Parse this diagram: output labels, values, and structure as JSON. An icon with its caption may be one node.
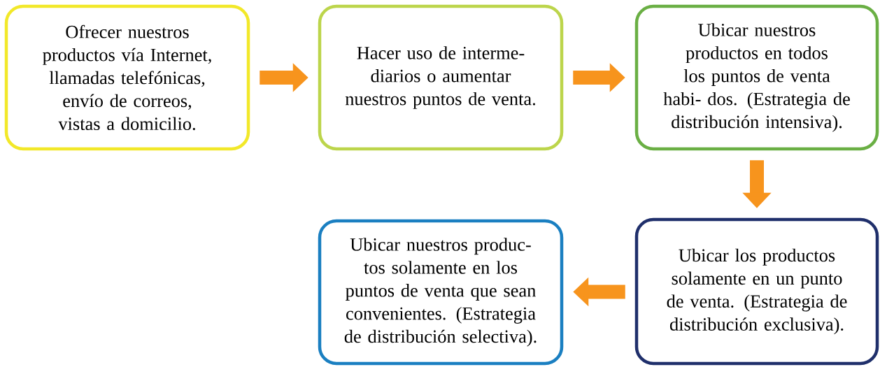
{
  "diagram": {
    "nodes": [
      {
        "text": [
          "Ofrecer nuestros productos vía Internet, llamadas telefónicas, envío de correos, vistas a domicilio."
        ]
      },
      {
        "text": [
          "Hacer uso de interme- diarios o aumentar nuestros puntos de venta."
        ]
      },
      {
        "text": [
          "Ubicar nuestros productos en todos los puntos de venta habi- dos. (Estrategia de distribución intensiva)."
        ]
      },
      {
        "text": [
          "Ubicar los productos solamente en un punto de venta. (Estrategia de distribución exclusiva)."
        ]
      },
      {
        "text": [
          "Ubicar nuestros produc- tos solamente en los puntos de venta que sean convenientes. (Estrategia de distribución selectiva)."
        ]
      }
    ],
    "edges": [
      {
        "from": 0,
        "to": 1,
        "arrow": "to"
      },
      {
        "from": 1,
        "to": 2,
        "arrow": "to"
      },
      {
        "from": 2,
        "to": 3,
        "arrow": "to"
      },
      {
        "from": 3,
        "to": 4,
        "arrow": "to"
      }
    ]
  }
}
